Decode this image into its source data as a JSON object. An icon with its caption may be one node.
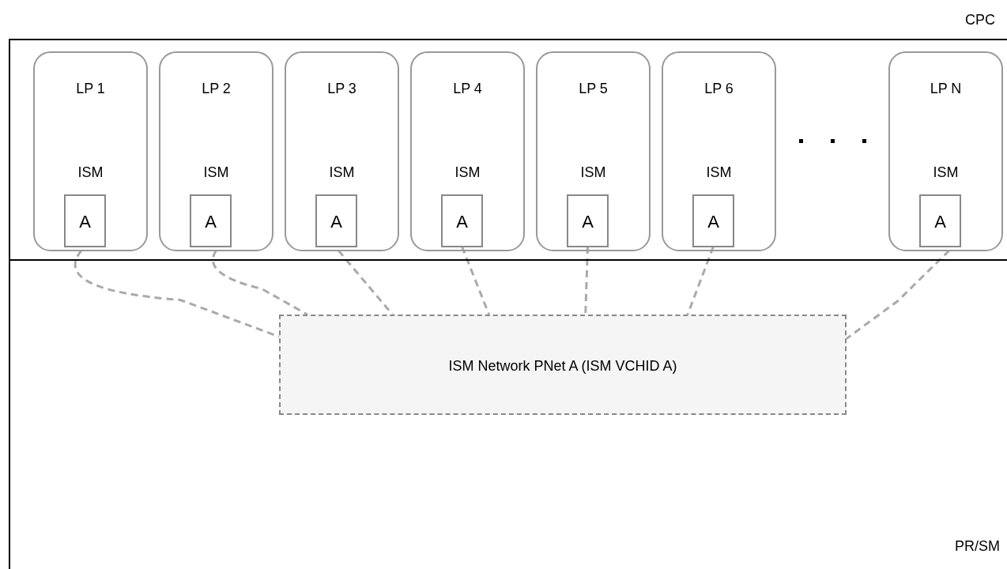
{
  "diagram": {
    "nodes": [
      {
        "text": [
          "CPC"
        ]
      },
      {
        "text": [
          "LP 1",
          "ISM"
        ],
        "in": 0
      },
      {
        "text": [
          "A"
        ],
        "in": 1
      },
      {
        "text": [
          "LP 2",
          "ISM"
        ],
        "in": 0
      },
      {
        "text": [
          "A"
        ],
        "in": 3
      },
      {
        "text": [
          "LP 3",
          "ISM"
        ],
        "in": 0
      },
      {
        "text": [
          "A"
        ],
        "in": 5
      },
      {
        "text": [
          "LP 4",
          "ISM"
        ],
        "in": 0
      },
      {
        "text": [
          "A"
        ],
        "in": 7
      },
      {
        "text": [
          "LP 5",
          "ISM"
        ],
        "in": 0
      },
      {
        "text": [
          "A"
        ],
        "in": 9
      },
      {
        "text": [
          "LP 6",
          "ISM"
        ],
        "in": 0
      },
      {
        "text": [
          "A"
        ],
        "in": 11
      },
      {
        "text": [
          "LP N",
          "ISM"
        ],
        "in": 0
      },
      {
        "text": [
          "A"
        ],
        "in": 13
      },
      {
        "text": [
          "PR/SM"
        ]
      },
      {
        "text": [
          "ISM Network PNet A (ISM VCHID A)"
        ],
        "in": 15
      }
    ],
    "edges": [
      {
        "from": 1,
        "to": 16,
        "arrow": "none",
        "style": "dashed"
      },
      {
        "from": 3,
        "to": 16,
        "arrow": "none",
        "style": "dashed"
      },
      {
        "from": 5,
        "to": 16,
        "arrow": "none",
        "style": "dashed"
      },
      {
        "from": 8,
        "to": 16,
        "arrow": "none",
        "style": "dashed"
      },
      {
        "from": 10,
        "to": 16,
        "arrow": "none",
        "style": "dashed"
      },
      {
        "from": 12,
        "to": 16,
        "arrow": "none",
        "style": "dashed"
      },
      {
        "from": 13,
        "to": 16,
        "arrow": "none",
        "style": "dashed"
      }
    ]
  }
}
